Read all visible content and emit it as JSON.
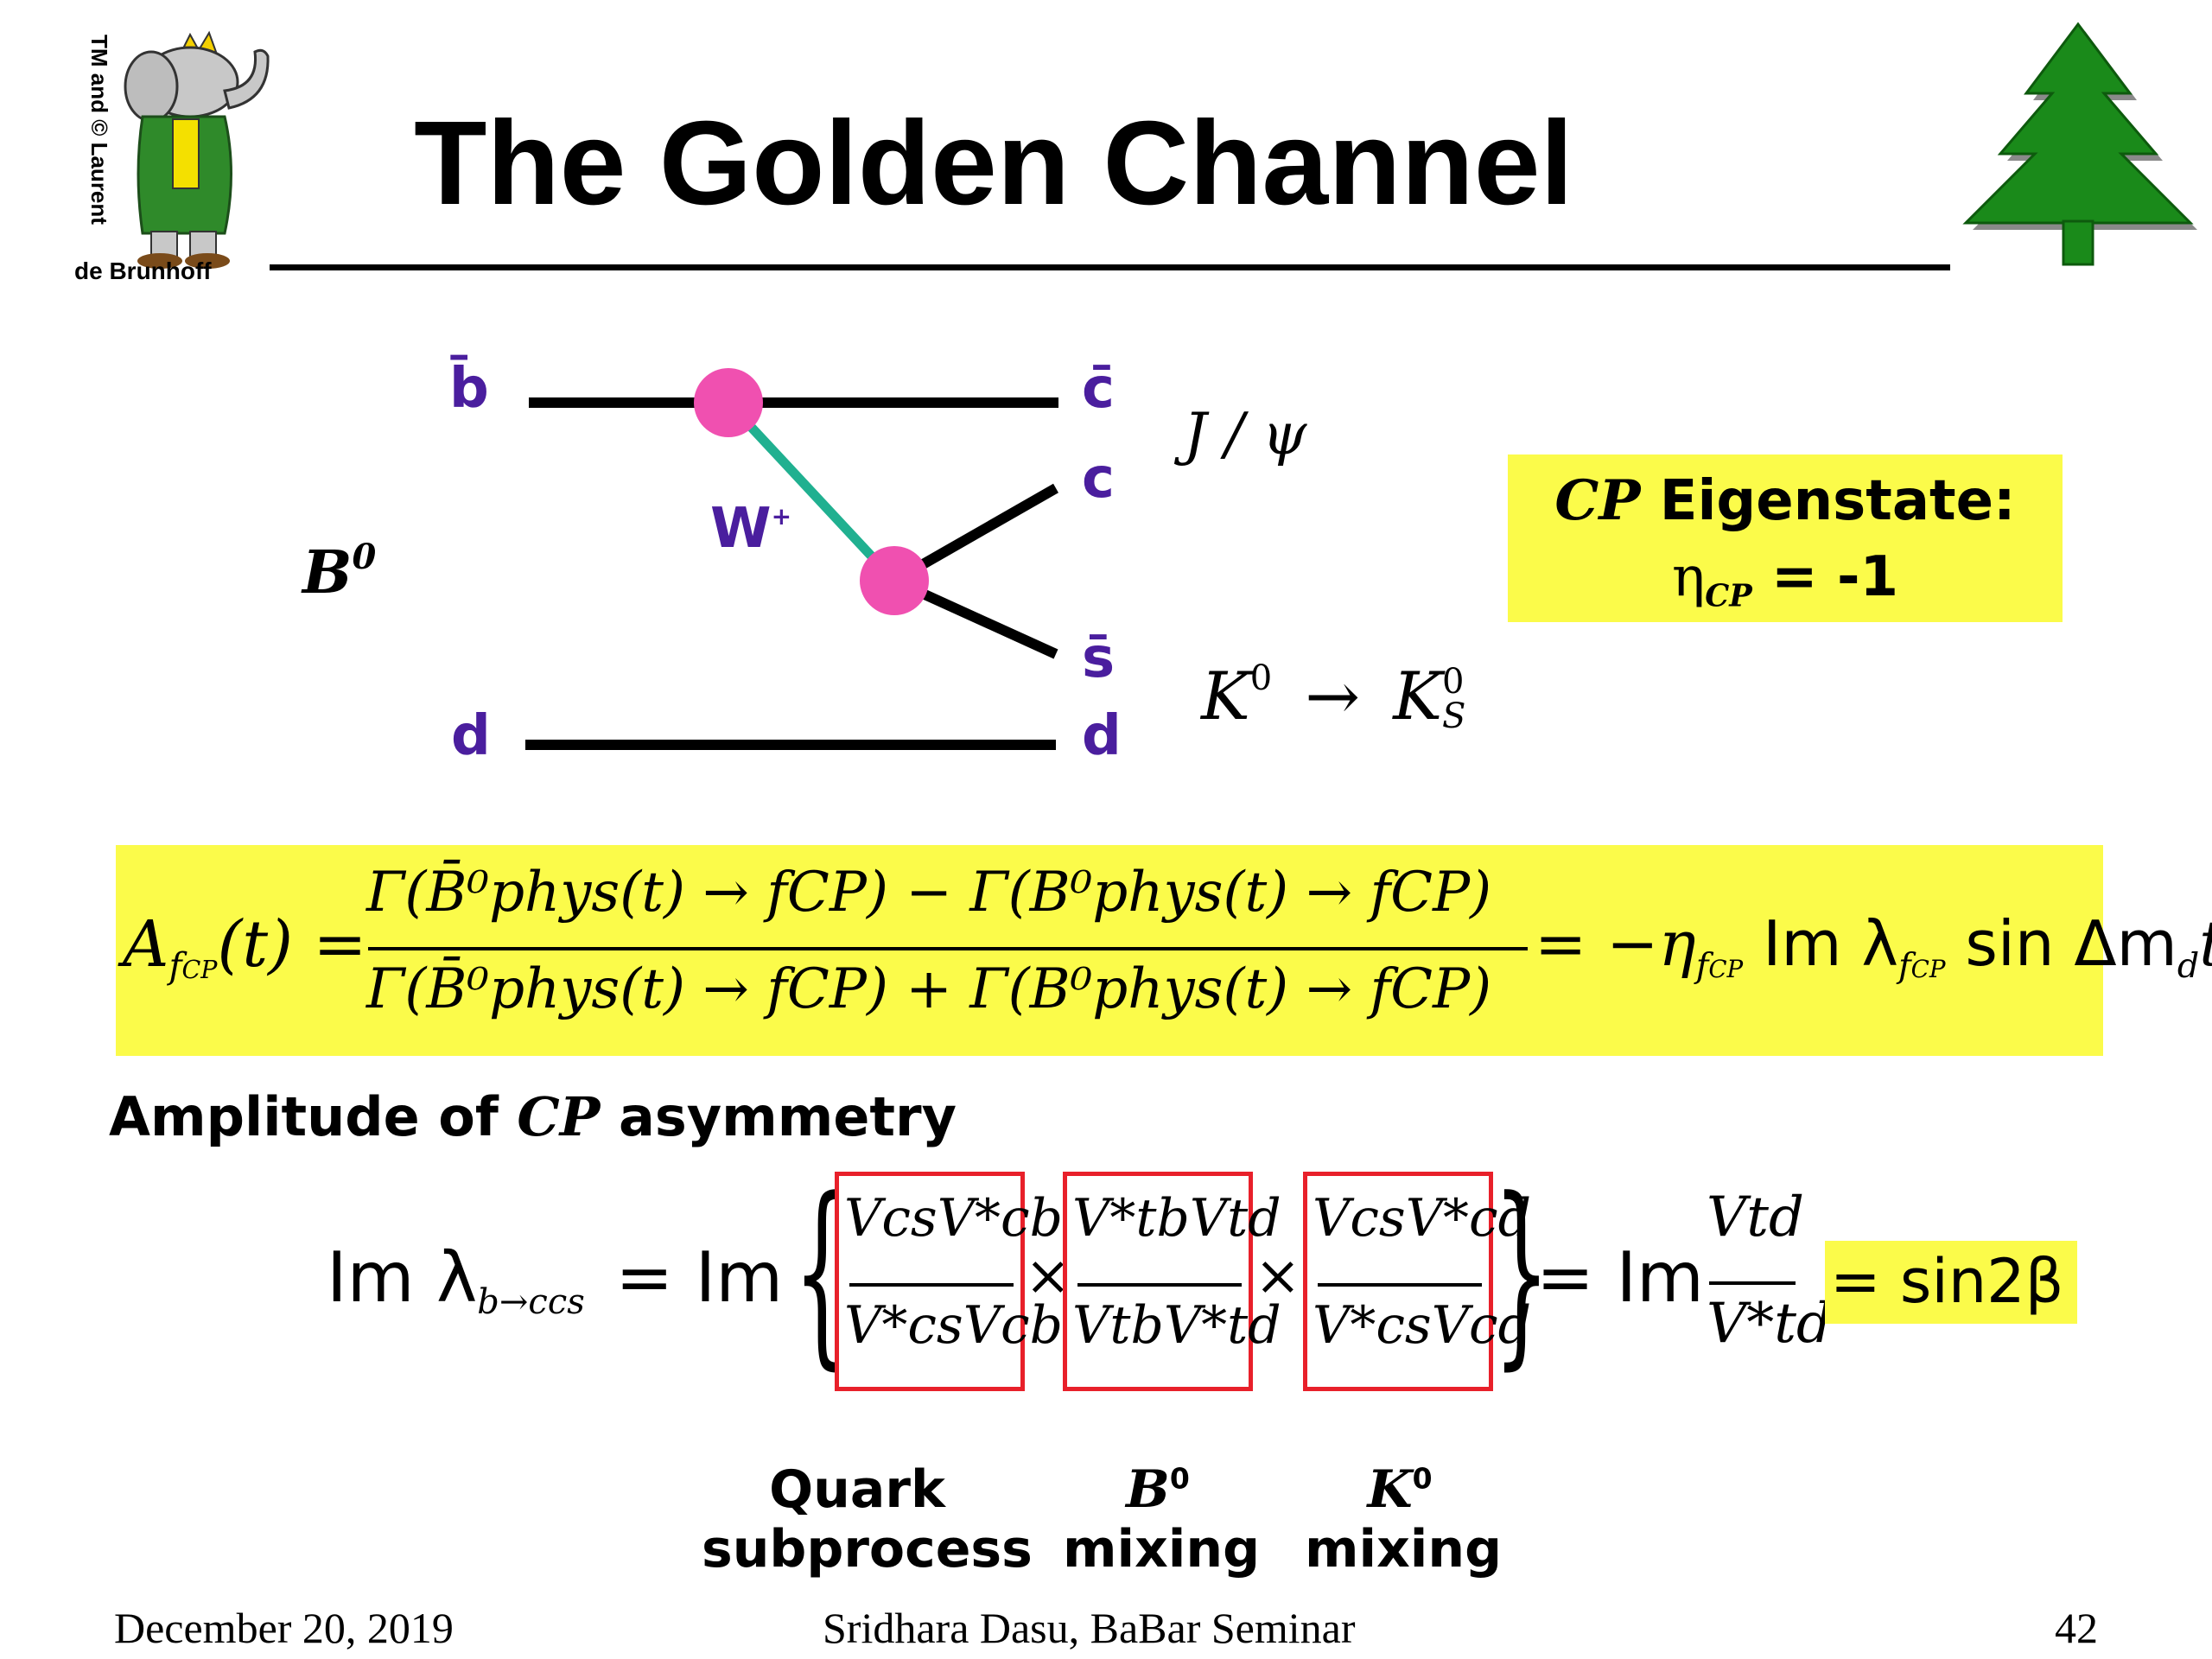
{
  "slide": {
    "title": "The Golden Channel",
    "logo": {
      "vertical_text": "TM and © Laurent",
      "bottom_text": "de Brunhoff"
    },
    "colors": {
      "accent_yellow": "#fbfb4a",
      "vertex_pink": "#f050b0",
      "w_line_teal": "#20b090",
      "quark_purple": "#4a1e9e",
      "box_red": "#e8202a",
      "tree_green": "#1a8a1a"
    }
  },
  "diagram": {
    "quarks_left": {
      "top": "b̄",
      "bottom": "d"
    },
    "quarks_right": {
      "top": "c̄",
      "c": "c",
      "s": "s̄",
      "bottom": "d"
    },
    "boson": "W",
    "boson_charge": "+",
    "meson_initial": "B",
    "meson_initial_sup": "0",
    "jpsi": "J / ψ",
    "kaon": "K",
    "kaon_sup": "0",
    "arrow": "→",
    "kshort": "K",
    "kshort_sup": "0",
    "kshort_sub": "S"
  },
  "eigenstate": {
    "line1_italic": "CP",
    "line1_rest": " Eigenstate:",
    "line2_eta": "η",
    "line2_sub": "CP",
    "line2_rest": " =  -1"
  },
  "asymmetry": {
    "lhs": "A",
    "lhs_sub": "f",
    "lhs_subsub": "CP",
    "lhs_arg": "(t) =",
    "numerator": "Γ(B̄⁰phys(t) → fCP) − Γ(B⁰phys(t) → fCP)",
    "denominator": "Γ(B̄⁰phys(t) → fCP) + Γ(B⁰phys(t) → fCP)",
    "rhs": "= −η",
    "rhs_f": "f",
    "rhs_cp": "CP",
    "rhs_im": "Im λ",
    "rhs_sin": "sin Δm",
    "rhs_d": "d",
    "rhs_t": "t"
  },
  "amplitude_label": {
    "prefix": "Amplitude of ",
    "italic": "CP",
    "suffix": " asymmetry"
  },
  "lambda_eq": {
    "lhs": "Im λ",
    "lhs_sub": "b→ccs",
    "eq_im": "= Im",
    "box1": {
      "num": "VcsV*cb",
      "den": "V*csVcb"
    },
    "box2": {
      "num": "V*tbVtd",
      "den": "VtbV*td"
    },
    "box3": {
      "num": "VcsV*cd",
      "den": "V*csVcd"
    },
    "times": "×",
    "eq2": "= Im",
    "frac_num": "Vtd",
    "frac_den": "V*td",
    "result": "= sin2β"
  },
  "captions": {
    "c1_line1": "Quark",
    "c1_line2": "subprocess",
    "c2_line1": "B",
    "c2_sup": "0",
    "c2_line2": "mixing",
    "c3_line1": "K",
    "c3_sup": "0",
    "c3_line2": "mixing"
  },
  "footer": {
    "date": "December 20, 2019",
    "center": "Sridhara Dasu, BaBar Seminar",
    "page": "42"
  }
}
